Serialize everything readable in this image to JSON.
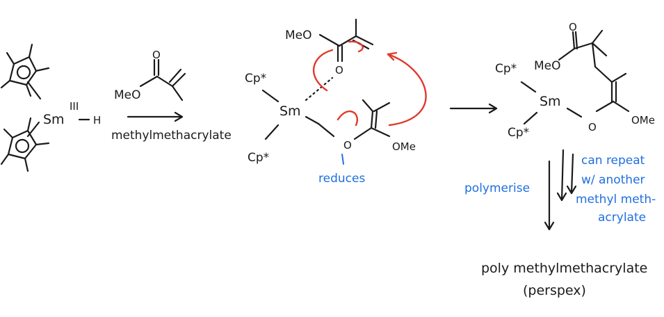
{
  "labels": {
    "sm": "Sm",
    "sm_ox": "III",
    "h": "H",
    "meo": "MeO",
    "o": "O",
    "ome": "OMe",
    "cp": "Cp*",
    "reagent": "methylmethacrylate",
    "reduces": "reduces",
    "polymerise": "polymerise",
    "repeat_1": "can repeat",
    "repeat_2": "w/ another",
    "repeat_3": "methyl meth-",
    "repeat_4": "acrylate",
    "product_1": "poly methylmethacrylate",
    "product_2": "(perspex)"
  },
  "colors": {
    "ink": "#1a1a1a",
    "arrow_red": "#e0392b",
    "note_blue": "#1f6fe0"
  }
}
